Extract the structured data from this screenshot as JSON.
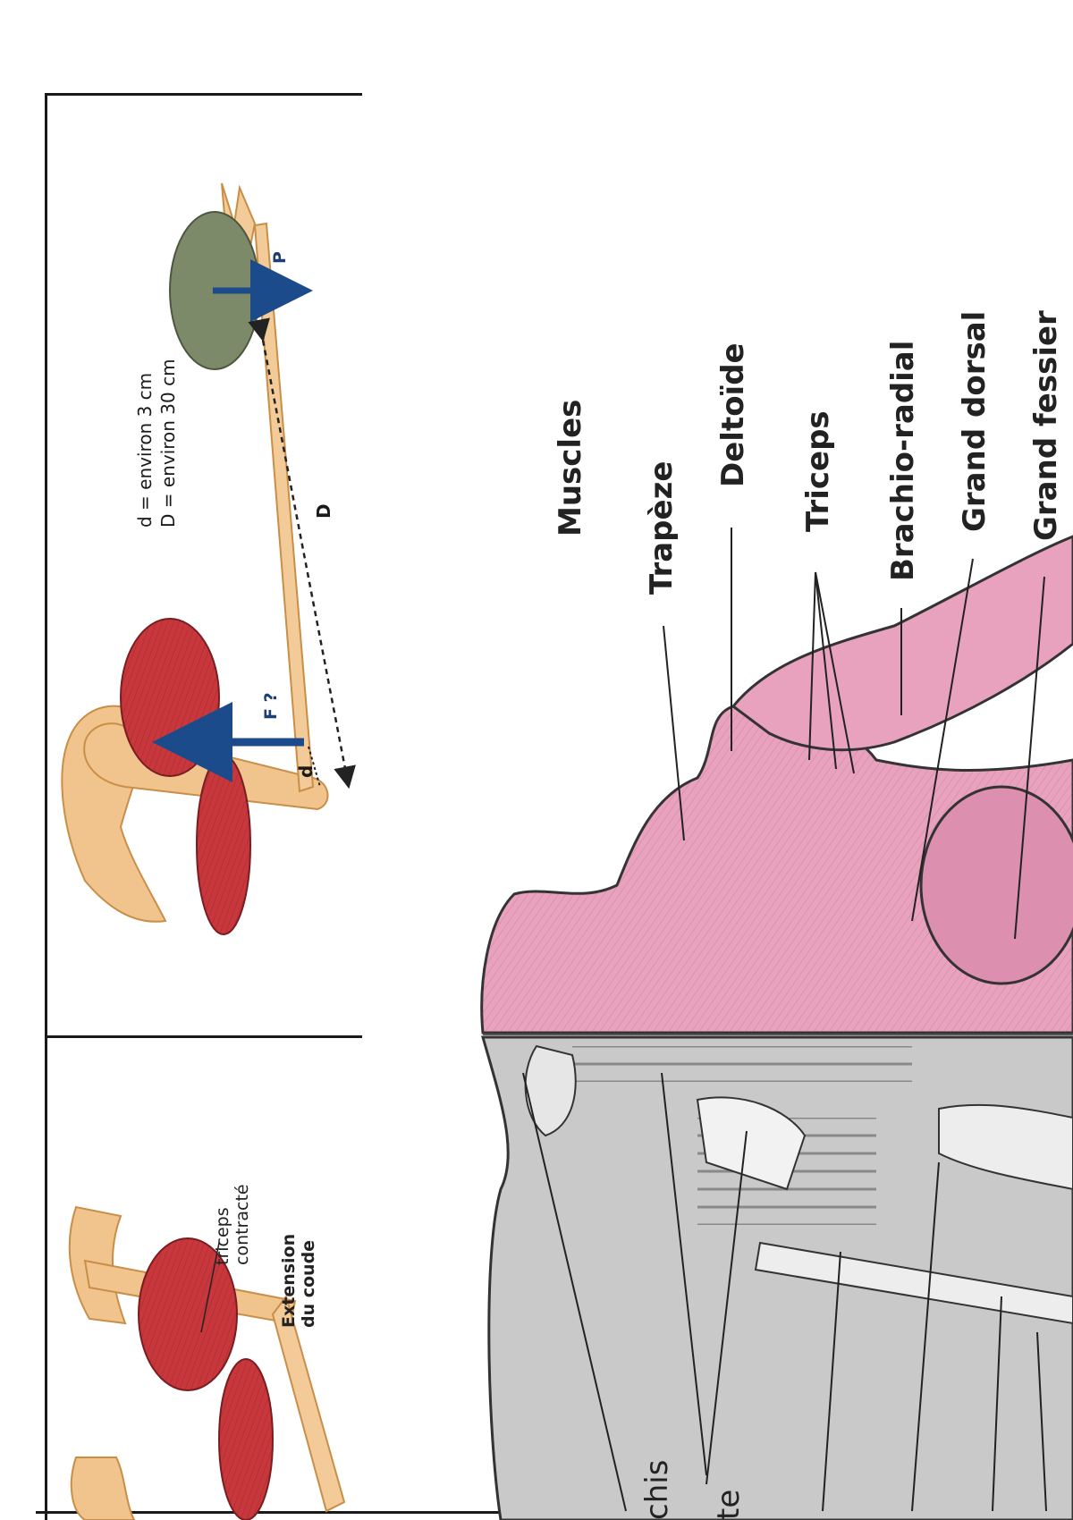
{
  "top_figure": {
    "measures": {
      "line1": "d = environ 3 cm",
      "line2": "D = environ 30 cm"
    },
    "force_label": "F ?",
    "weight_label": "P",
    "small_d_label": "d",
    "big_d_label": "D"
  },
  "left_figure": {
    "muscle_label": "triceps contracté",
    "caption_line1": "Extension",
    "caption_line2": "du coude"
  },
  "body_figure": {
    "heading": "Muscles",
    "muscles": [
      "Trapèze",
      "Deltoïde",
      "Triceps",
      "Brachio-radial",
      "Grand dorsal",
      "Grand fessier"
    ],
    "cut_labels": [
      "chis",
      "te"
    ]
  },
  "colors": {
    "muscle_red": "#c8373c",
    "bone": "#f0c48c",
    "muscle_pink": "#e8a2bd",
    "skeleton_grey": "#c9c9c9",
    "arrow_blue": "#1c4b8c",
    "ball": "#7d8a6a"
  }
}
